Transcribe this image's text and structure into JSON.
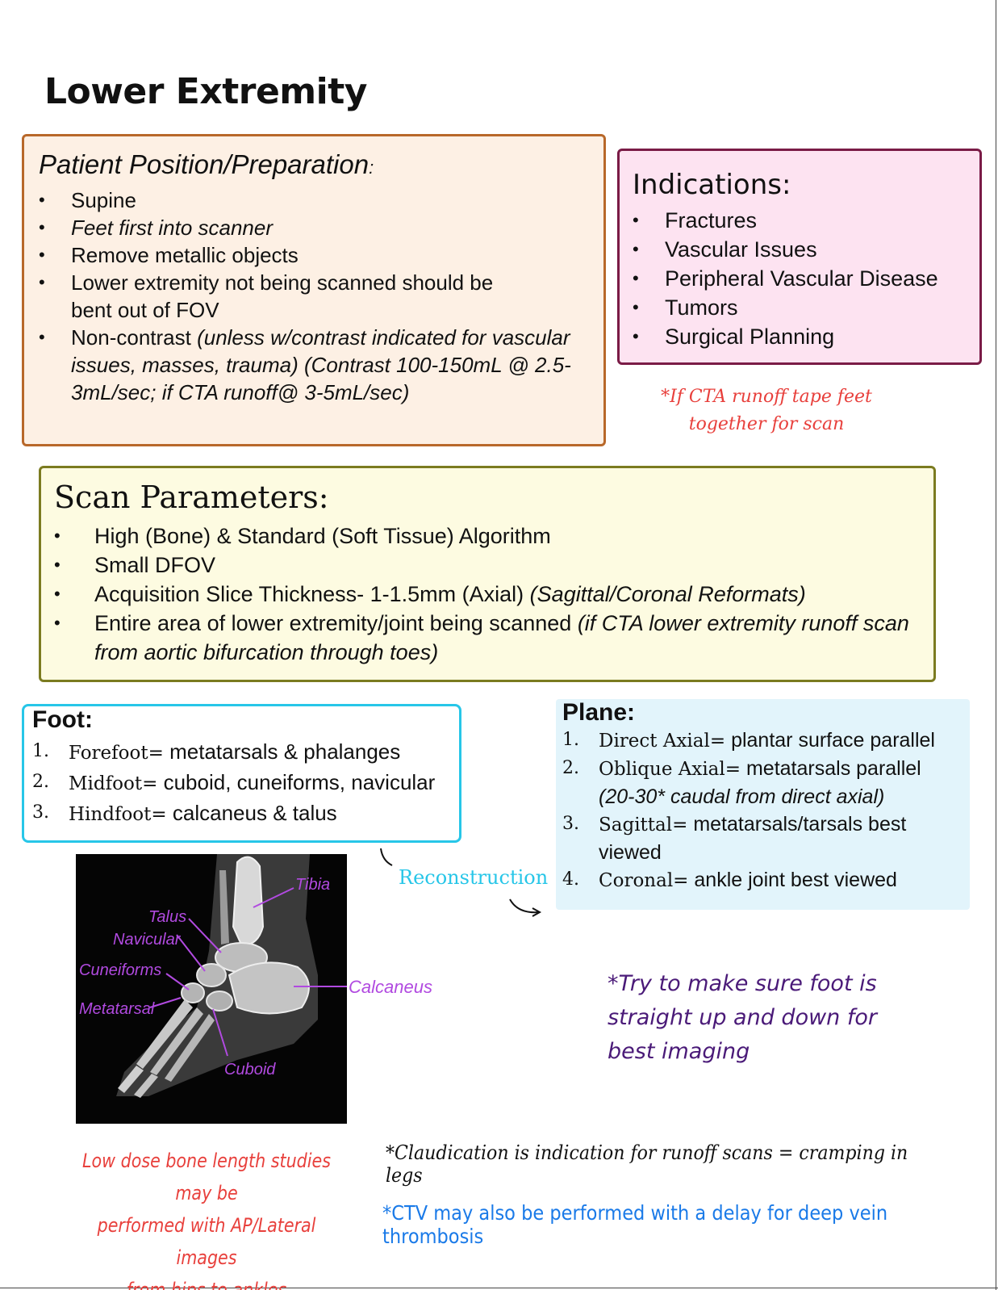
{
  "page_title": "Lower Extremity",
  "patient_prep": {
    "heading": "Patient Position/Preparation",
    "heading_suffix": ":",
    "items": [
      {
        "text": "Supine",
        "italic": ""
      },
      {
        "text": "",
        "italic": "Feet first into scanner"
      },
      {
        "text": "Remove metallic objects",
        "italic": ""
      },
      {
        "text": "Lower extremity not being scanned should be bent out of FOV",
        "italic": ""
      },
      {
        "text": "Non-contrast ",
        "italic": "(unless w/contrast indicated for vascular issues, masses, trauma) (Contrast 100-150mL @ 2.5-3mL/sec; if CTA runoff@ 3-5mL/sec)"
      }
    ]
  },
  "indications": {
    "heading": "Indications:",
    "items": [
      "Fractures",
      "Vascular Issues",
      "Peripheral Vascular Disease",
      "Tumors",
      "Surgical Planning"
    ]
  },
  "cta_note": {
    "line1": "*If CTA runoff tape feet",
    "line2": "together for scan"
  },
  "scan_parameters": {
    "heading": "Scan Parameters:",
    "items": [
      {
        "text": "High (Bone) & Standard (Soft Tissue) Algorithm",
        "italic": ""
      },
      {
        "text": "Small DFOV",
        "italic": ""
      },
      {
        "text": "Acquisition Slice Thickness- 1-1.5mm (Axial) ",
        "italic": "(Sagittal/Coronal Reformats)"
      },
      {
        "text": "Entire area of lower extremity/joint being scanned ",
        "italic": "(if CTA lower extremity runoff scan from aortic bifurcation through toes)"
      }
    ]
  },
  "foot": {
    "heading": "Foot",
    "heading_suffix": ":",
    "items": [
      {
        "num": "1.",
        "term": "Forefoot=",
        "desc": " metatarsals & phalanges"
      },
      {
        "num": "2.",
        "term": "Midfoot=",
        "desc": " cuboid, cuneiforms, navicular"
      },
      {
        "num": "3.",
        "term": "Hindfoot=",
        "desc": " calcaneus & talus"
      }
    ]
  },
  "plane": {
    "heading": "Plane",
    "heading_suffix": ":",
    "items": [
      {
        "num": "1.",
        "term": "Direct Axial=",
        "desc": " plantar surface parallel",
        "sub": ""
      },
      {
        "num": "2.",
        "term": "Oblique Axial=",
        "desc": " metatarsals parallel",
        "sub": "(20-30* caudal from direct axial)"
      },
      {
        "num": "3.",
        "term": "Sagittal=",
        "desc": " metatarsals/tarsals best viewed",
        "sub": ""
      },
      {
        "num": "4.",
        "term": "Coronal=",
        "desc": " ankle joint best viewed",
        "sub": ""
      }
    ]
  },
  "reconstruction_label": "Reconstruction",
  "bone_labels": {
    "tibia": "Tibia",
    "talus": "Talus",
    "navicular": "Navicular",
    "cuneiforms": "Cuneiforms",
    "metatarsal": "Metatarsal",
    "cuboid": "Cuboid",
    "calcaneus": "Calcaneus"
  },
  "foot_position_note": {
    "line1": "*Try to make sure foot is",
    "line2": "straight up and down for",
    "line3": "best imaging"
  },
  "low_dose_note": {
    "line1": "Low dose bone length studies may be",
    "line2": "performed with AP/Lateral images",
    "line3": "from hips to ankles"
  },
  "claudication_note": "*Claudication is indication for runoff scans = cramping in legs",
  "ctv_note": "*CTV may also be performed with a delay for deep vein thrombosis",
  "colors": {
    "patient_border": "#b8682a",
    "indications_border": "#7a1b46",
    "scan_border": "#7b7b20",
    "foot_border": "#27c6e8",
    "bone_label": "#b14ae0"
  }
}
